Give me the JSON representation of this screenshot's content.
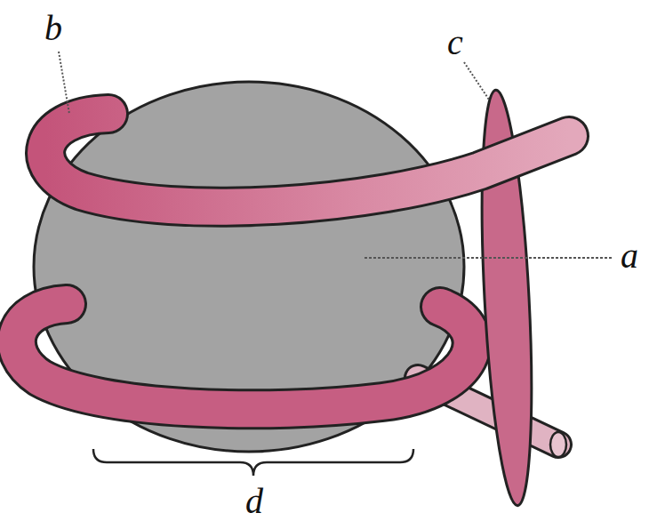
{
  "diagram": {
    "labels": [
      "b",
      "c",
      "a",
      "d"
    ]
  }
}
